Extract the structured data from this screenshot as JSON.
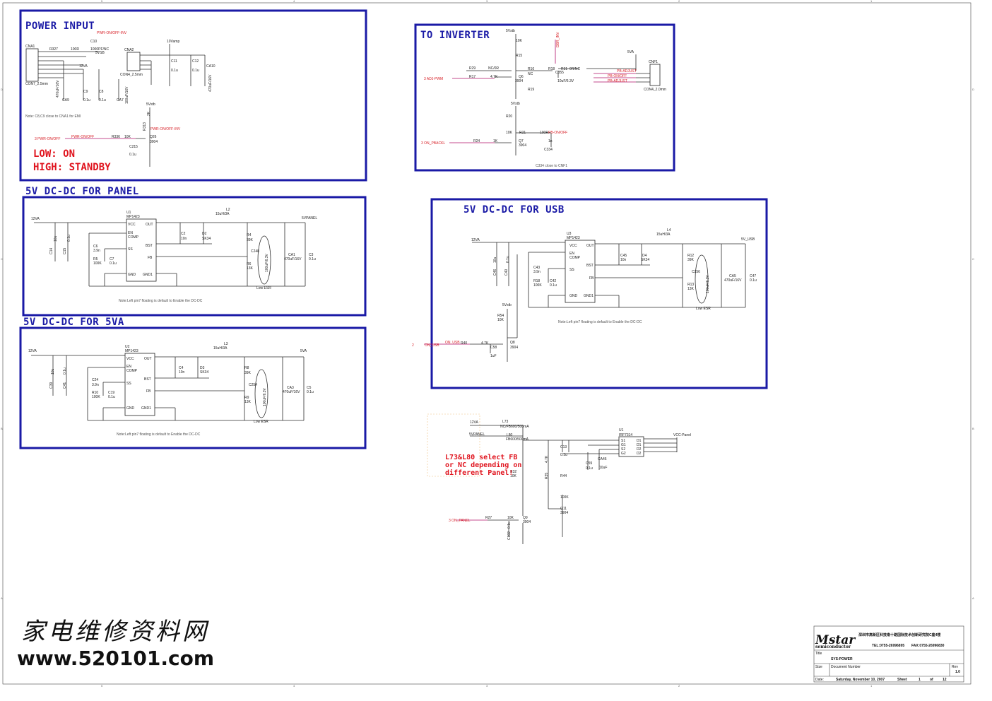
{
  "blocks": {
    "power_input": {
      "title": "POWER INPUT",
      "note": "Note: C8,C9 close to CNA1 for EMI",
      "low_label": "LOW: ON",
      "high_label": "HIGH: STANDBY",
      "refs": [
        "CNA1",
        "R327",
        "100R",
        "C10",
        "1000PF/NC",
        "CNA2",
        "10Vamp",
        "C11",
        "0.1u",
        "C12",
        "0.1u",
        "CA10",
        "470uF/16V",
        "12VA",
        "CA9",
        "470uF/16V",
        "C9",
        "0.1u",
        "C8",
        "0.1u",
        "CA7",
        "100uF/16V",
        "CON4_2.5mm",
        "CON7_2.5mm",
        "PWR-ON/OFF-INV",
        "5VSB",
        "5Vstb",
        "R313",
        "2K",
        "PWR-ON/OFF-INV",
        "3 PWR-ON/OFF",
        "PWR-ON/OFF",
        "R336",
        "10K",
        "Q26",
        "3904",
        "C215",
        "0.1u"
      ]
    },
    "to_inverter": {
      "title": "TO INVERTER",
      "refs": [
        "5Vstb",
        "R29",
        "NC/0R",
        "R17",
        "4.7K",
        "R15",
        "10K",
        "Q6",
        "3904",
        "R16",
        "NC",
        "R18",
        "10K",
        "C355",
        "10uF/6.3V",
        "R31",
        "0R/NC",
        "C30",
        "1K",
        "DBR_INV",
        "R19",
        "3 ADJ-PWM",
        "R20",
        "5Vstb",
        "R21",
        "100R",
        "10K",
        "PB-ON/OFF",
        "R24",
        "1K",
        "Q7",
        "3904",
        "1n",
        "C334",
        "3 ON_PBACKL",
        "5VA",
        "CNF1",
        "PB-ADJUST",
        "PB-ON/OFF",
        "PB-ADJUST",
        "CON4_2.0mm"
      ],
      "note": "C334 close to CNF1"
    },
    "panel": {
      "title": "5V DC-DC FOR PANEL",
      "chip": "U1",
      "chip_part": "MP1423",
      "pins_left": [
        "VCC",
        "EN",
        "COMP",
        "SS",
        "GND"
      ],
      "pins_right": [
        "OUT",
        "BST",
        "FB",
        "GND1"
      ],
      "refs": [
        "12VA",
        "C14",
        "10u",
        "C15",
        "0.1u",
        "C6",
        "3.9n",
        "R5",
        "100K",
        "C7",
        "0.1u",
        "C2",
        "10n",
        "D2",
        "SK34",
        "L2",
        "15uH/3A",
        "R4",
        "39K",
        "R6",
        "13K",
        "C248",
        "100uF/6.3V",
        "CA1",
        "470uF/16V",
        "C3",
        "0.1u",
        "5VPANEL",
        "Low ESR"
      ],
      "note": "Note:Left pin7 floating is default to Enable the DC-DC"
    },
    "va": {
      "title": "5V DC-DC FOR 5VA",
      "chip": "U2",
      "chip_part": "MP1423",
      "pins_left": [
        "VCC",
        "EN",
        "COMP",
        "SS",
        "GND"
      ],
      "pins_right": [
        "OUT",
        "BST",
        "FB",
        "GND1"
      ],
      "refs": [
        "12VA",
        "C39",
        "10u",
        "C41",
        "0.1u",
        "C24",
        "3.9n",
        "R10",
        "100K",
        "C19",
        "0.1u",
        "C4",
        "10n",
        "D3",
        "SK34",
        "L3",
        "15uH/3A",
        "R8",
        "39K",
        "R9",
        "13K",
        "C254",
        "100uF/6.3V",
        "CA3",
        "470uF/16V",
        "C5",
        "0.1u",
        "5VA",
        "Low ESR"
      ],
      "note": "Note:Left pin7 floating is default to Enable the DC-DC"
    },
    "usb": {
      "title": "5V DC-DC FOR USB",
      "chip": "U3",
      "chip_part": "MP1423",
      "pins_left": [
        "VCC",
        "EN",
        "COMP",
        "SS",
        "GND"
      ],
      "pins_right": [
        "OUT",
        "BST",
        "FB",
        "GND1"
      ],
      "refs": [
        "12VA",
        "C46",
        "10u",
        "C40",
        "0.1u",
        "C43",
        "3.9n",
        "R18",
        "100K",
        "C42",
        "0.1u",
        "C45",
        "10n",
        "D4",
        "SK34",
        "L4",
        "15uH/3A",
        "R12",
        "39K",
        "R13",
        "13K",
        "C256",
        "100uF/6.3V",
        "CA5",
        "470uF/16V",
        "C47",
        "0.1u",
        "5V_USB",
        "Low ESR",
        "5Vstb",
        "R54",
        "10K",
        "R40",
        "4.7K",
        "C58",
        "1uF",
        "Q8",
        "3904",
        "2",
        "ON_USB",
        "ON_USB"
      ],
      "note": "Note:Left pin7 floating is default to Enable the DC-DC"
    },
    "vcc_panel": {
      "refs": [
        "12VA",
        "L73",
        "NC/FB600/500mA",
        "5VPANEL",
        "L80",
        "FB600/500mA",
        "U1",
        "IRF7314",
        "S1",
        "G1",
        "S2",
        "G2",
        "D1",
        "D1",
        "D2",
        "D2",
        "VCC-Panel",
        "C13",
        "0.1u",
        "CA46",
        "10uF",
        "C59",
        "0.1u",
        "R32",
        "10K",
        "R35",
        "4.7K",
        "R44",
        "100K",
        "Q11",
        "3904",
        "R27",
        "10K",
        "Q9",
        "3904",
        "C102",
        "0.1u",
        "3 ON_PANEL"
      ],
      "note": "L73&L80 select FB\nor NC depending on\ndifferent Panel!",
      "note_lines": [
        "L73&L80 select FB",
        "or NC depending on",
        "different Panel!"
      ]
    }
  },
  "watermark": {
    "chinese": "家电维修资料网",
    "url": "www.520101.com"
  },
  "title_block": {
    "logo": "Mstar",
    "logo_sub": "semiconductor",
    "address": "深圳市高新区科技南十路国际技术创新研究院C座4楼",
    "tel": "TEL:0755-26996895",
    "fax": "FAX:0755-26996830",
    "title_label": "Title",
    "title_value": "SYS-POWER",
    "size_label": "Size",
    "docnum_label": "Document Number",
    "rev_label": "Rev",
    "rev_value": "1.0",
    "date_label": "Date:",
    "date_value": "Saturday, November 10, 2007",
    "sheet_label": "Sheet",
    "sheet_value": "1",
    "of_label": "of",
    "of_value": "12"
  },
  "border": {
    "top_cols": [
      "5",
      "4",
      "3",
      "2",
      "1"
    ],
    "side_rows": [
      "D",
      "C",
      "B",
      "A"
    ]
  },
  "colors": {
    "block_border": "#1a1aa6",
    "title_text": "#1a1aa6",
    "red_text": "#e0141e",
    "net_wire": "#b0106a"
  }
}
